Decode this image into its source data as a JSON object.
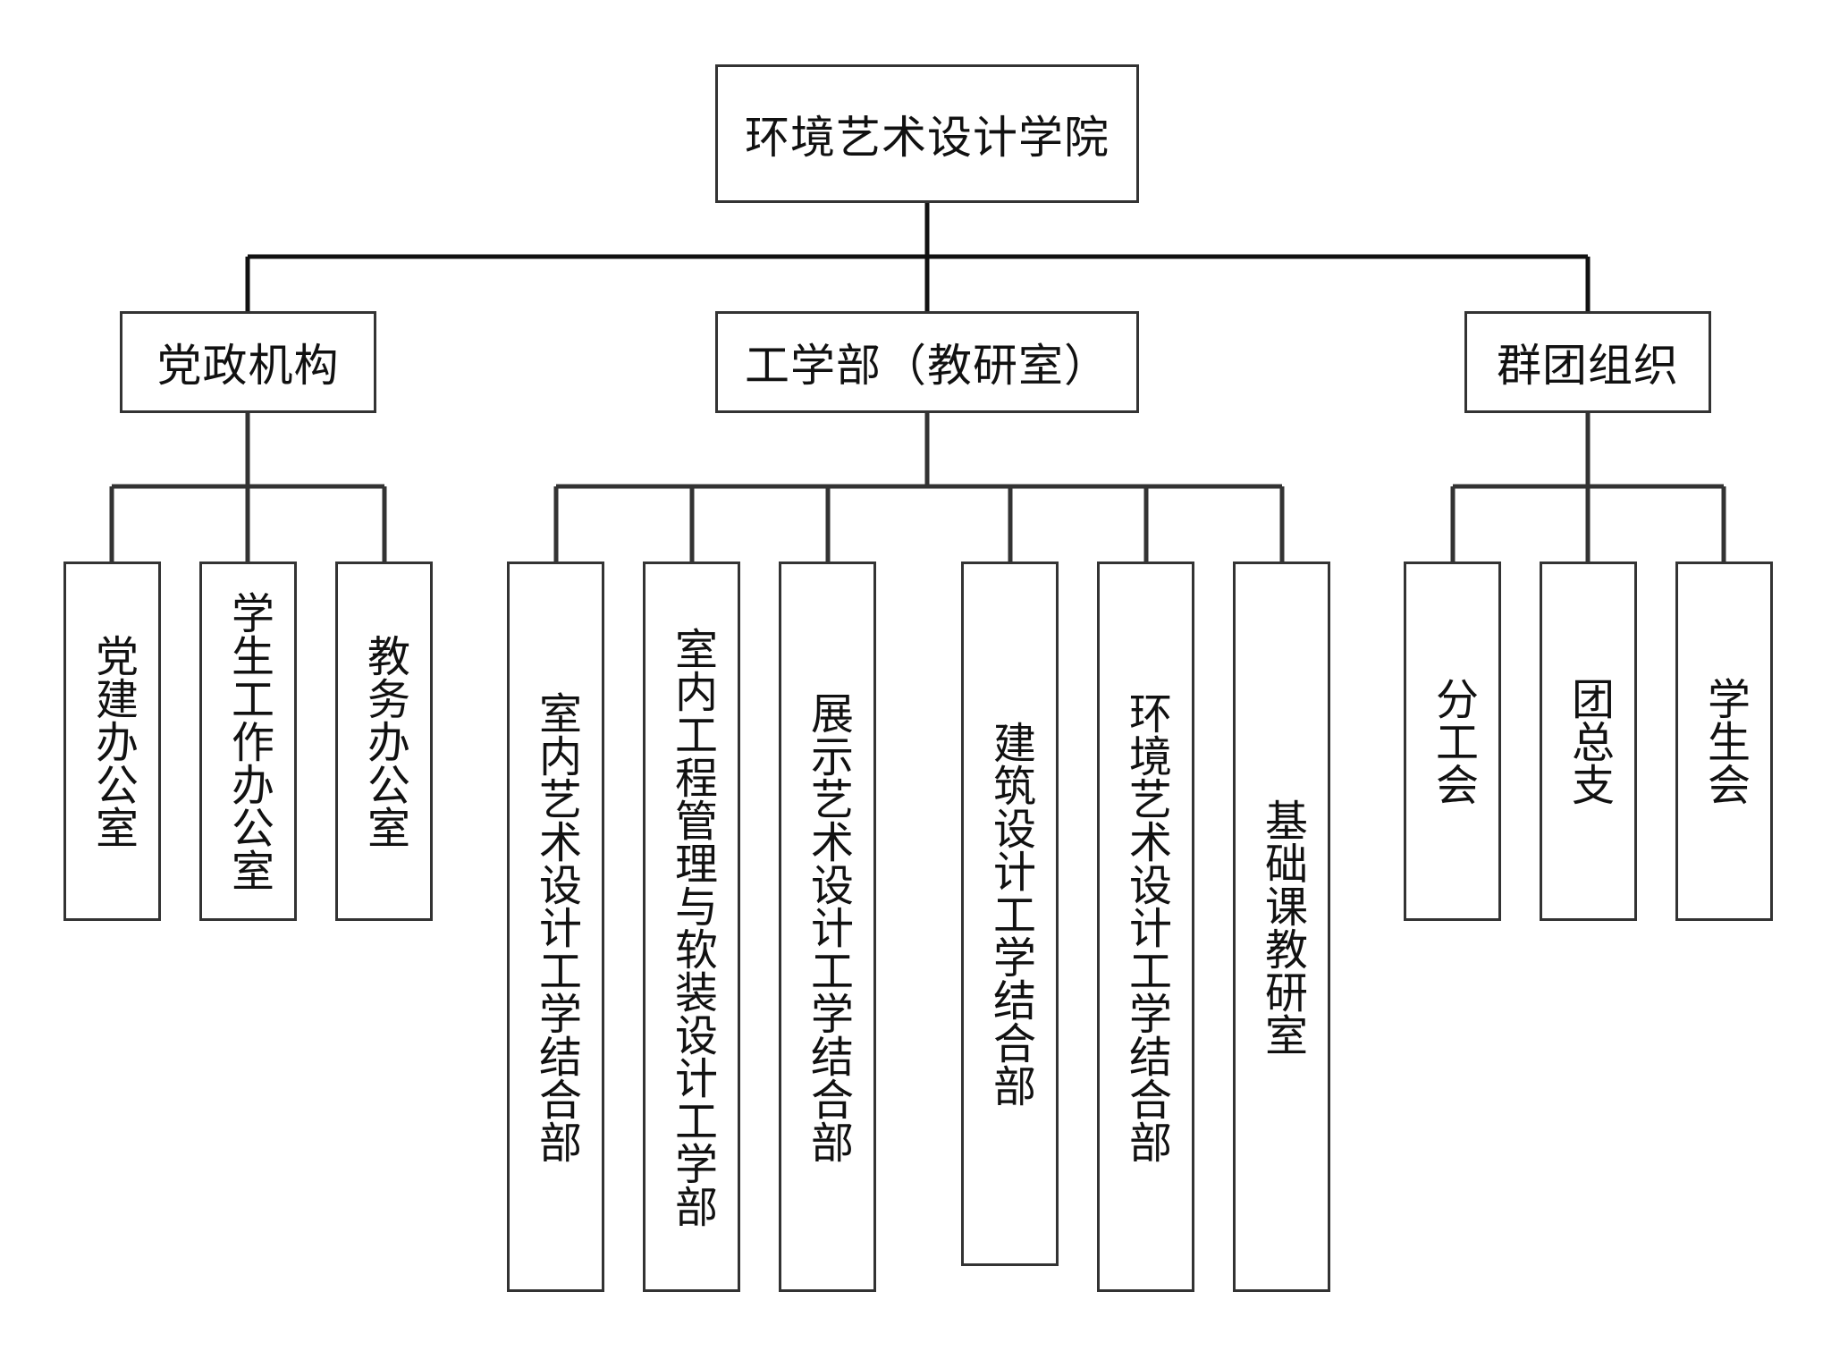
{
  "diagram": {
    "root": {
      "label": "环境艺术设计学院"
    },
    "groups": [
      {
        "label": "党政机构",
        "children": [
          "党建办公室",
          "学生工作办公室",
          "教务办公室"
        ]
      },
      {
        "label": "工学部（教研室）",
        "children": [
          "室内艺术设计工学结合部",
          "室内工程管理与软装设计工学部",
          "展示艺术设计工学结合部",
          "建筑设计工学结合部",
          "环境艺术设计工学结合部",
          "基础课教研室"
        ]
      },
      {
        "label": "群团组织",
        "children": [
          "分工会",
          "团总支",
          "学生会"
        ]
      }
    ]
  },
  "colors": {
    "line": "#111111",
    "border": "#333333",
    "text": "#111111",
    "background": "#ffffff"
  }
}
